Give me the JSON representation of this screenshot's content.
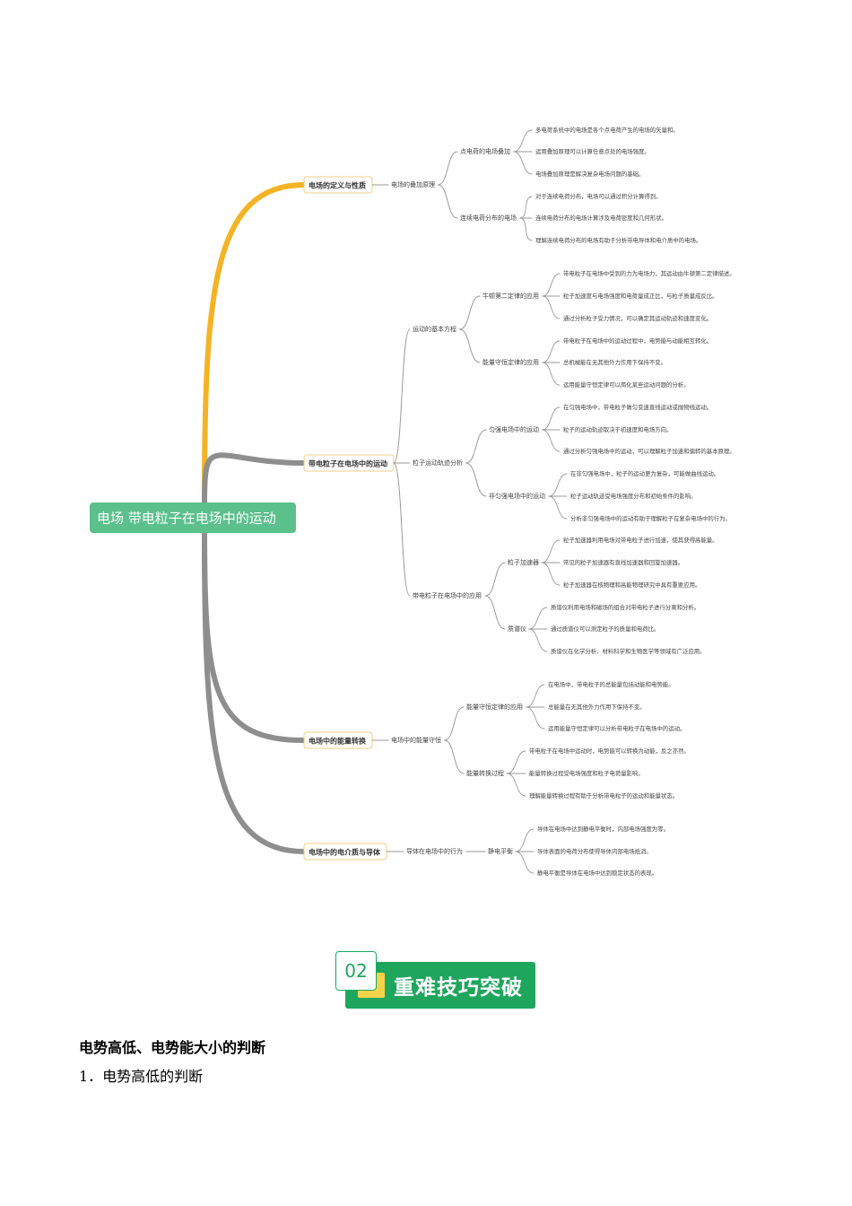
{
  "mindmap": {
    "root": "电场 带电粒子在电场中的运动",
    "colors": {
      "root_bg": "#5bc08c",
      "branch_yellow": "#f5b324",
      "branch_gray": "#8e8e8e",
      "box_border": "#f1cf88"
    },
    "branches": [
      {
        "label": "电场的定义与性质",
        "children": [
          {
            "label": "电场的叠加原理",
            "children": [
              {
                "label": "点电荷的电场叠加",
                "children": [
                  "多电荷系统中的电场是各个点电荷产生的电场的矢量和。",
                  "运用叠加原理可以计算任意点处的电场强度。",
                  "电场叠加原理是解决复杂电场问题的基础。"
                ]
              },
              {
                "label": "连续电荷分布的电场",
                "children": [
                  "对于连续电荷分布，电场可以通过积分计算得到。",
                  "连续电荷分布的电场计算涉及电荷密度和几何形状。",
                  "理解连续电荷分布的电场有助于分析带电导体和电介质中的电场。"
                ]
              }
            ]
          }
        ]
      },
      {
        "label": "带电粒子在电场中的运动",
        "children": [
          {
            "label": "运动的基本方程",
            "children": [
              {
                "label": "牛顿第二定律的应用",
                "children": [
                  "带电粒子在电场中受到的力为电场力，其运动由牛顿第二定律描述。",
                  "粒子加速度与电场强度和电荷量成正比，与粒子质量成反比。",
                  "通过分析粒子受力情况，可以确定其运动轨迹和速度变化。"
                ]
              },
              {
                "label": "能量守恒定律的应用",
                "children": [
                  "带电粒子在电场中的运动过程中，电势能与动能相互转化。",
                  "总机械能在无其他外力作用下保持不变。",
                  "运用能量守恒定律可以简化某些运动问题的分析。"
                ]
              }
            ]
          },
          {
            "label": "粒子运动轨迹分析",
            "children": [
              {
                "label": "匀强电场中的运动",
                "children": [
                  "在匀强电场中，带电粒子做匀变速直线运动或抛物线运动。",
                  "粒子的运动轨迹取决于初速度和电场方向。",
                  "通过分析匀强电场中的运动，可以理解粒子加速和偏转的基本原理。"
                ]
              },
              {
                "label": "非匀强电场中的运动",
                "children": [
                  "在非匀强电场中，粒子的运动更为复杂，可能做曲线运动。",
                  "粒子运动轨迹受电场强度分布和初始条件的影响。",
                  "分析非匀强电场中的运动有助于理解粒子在复杂电场中的行为。"
                ]
              }
            ]
          },
          {
            "label": "带电粒子在电场中的应用",
            "children": [
              {
                "label": "粒子加速器",
                "children": [
                  "粒子加速器利用电场对带电粒子进行加速，使其获得高能量。",
                  "常见的粒子加速器有直线加速器和回旋加速器。",
                  "粒子加速器在核物理和高能物理研究中具有重要应用。"
                ]
              },
              {
                "label": "质谱仪",
                "children": [
                  "质谱仪利用电场和磁场的组合对带电粒子进行分离和分析。",
                  "通过质谱仪可以测定粒子的质量和电荷比。",
                  "质谱仪在化学分析、材料科学和生物医学等领域有广泛应用。"
                ]
              }
            ]
          }
        ]
      },
      {
        "label": "电场中的能量转换",
        "children": [
          {
            "label": "电场中的能量守恒",
            "children": [
              {
                "label": "能量守恒定律的应用",
                "children": [
                  "在电场中，带电粒子的总能量包括动能和电势能。",
                  "总能量在无其他外力作用下保持不变。",
                  "运用能量守恒定律可以分析带电粒子在电场中的运动。"
                ]
              },
              {
                "label": "能量转换过程",
                "children": [
                  "带电粒子在电场中运动时，电势能可以转换为动能，反之亦然。",
                  "能量转换过程受电场强度和粒子电荷量影响。",
                  "理解能量转换过程有助于分析带电粒子的运动和能量状态。"
                ]
              }
            ]
          }
        ]
      },
      {
        "label": "电场中的电介质与导体",
        "children": [
          {
            "label": "导体在电场中的行为",
            "children": [
              {
                "label": "静电平衡",
                "children": [
                  "导体在电场中达到静电平衡时，内部电场强度为零。",
                  "导体表面的电荷分布使得导体内部电场抵消。",
                  "静电平衡是导体在电场中达到稳定状态的表现。"
                ]
              }
            ]
          }
        ]
      }
    ]
  },
  "banner": {
    "number": "02",
    "title": "重难技巧突破"
  },
  "section": {
    "heading": "电势高低、电势能大小的判断",
    "item": "1．电势高低的判断"
  }
}
